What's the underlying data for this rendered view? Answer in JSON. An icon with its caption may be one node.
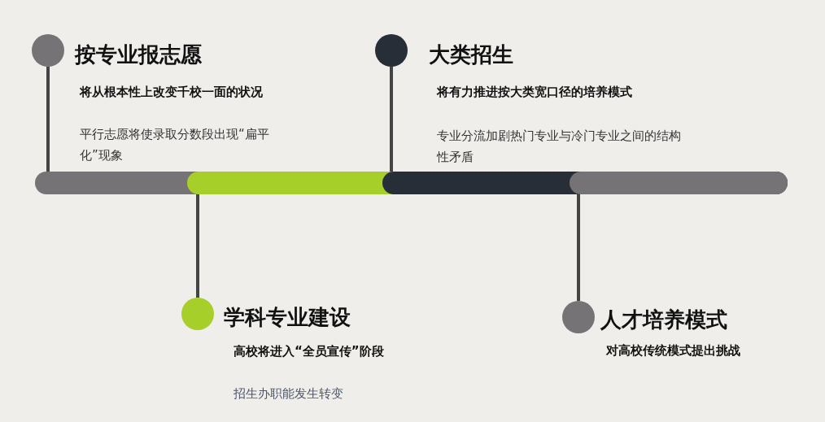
{
  "diagram": {
    "nodes": [
      {
        "text": [],
        "shape": "circle",
        "beside": [
          "按专业报志愿",
          "将从根本性上改变千校一面的状况"
        ]
      },
      {
        "text": [],
        "shape": "circle",
        "beside": [
          "大类招生",
          "将有力推进按大类宽口径的培养模式"
        ]
      },
      {
        "text": [],
        "shape": "bar"
      },
      {
        "text": [],
        "shape": "bar"
      },
      {
        "text": [],
        "shape": "bar"
      },
      {
        "text": [],
        "shape": "bar"
      },
      {
        "text": [],
        "shape": "circle",
        "beside": [
          "学科专业建设",
          "高校将进入“全员宣传”阶段",
          "招生办职能发生转变"
        ]
      },
      {
        "text": [],
        "shape": "circle",
        "beside": [
          "人才培养模式",
          "对高校传统模式提出挑战"
        ]
      }
    ],
    "edges": [
      {
        "from": 0,
        "to": 2,
        "arrow": "none"
      },
      {
        "from": 1,
        "to": 4,
        "arrow": "none"
      },
      {
        "from": 6,
        "to": 3,
        "arrow": "none"
      },
      {
        "from": 7,
        "to": 5,
        "arrow": "none"
      }
    ],
    "labels": [
      "平行志愿将使录取分数段出现“扁平化”现象",
      "专业分流加剧热门专业与冷门专业之间的结构性矛盾"
    ]
  }
}
